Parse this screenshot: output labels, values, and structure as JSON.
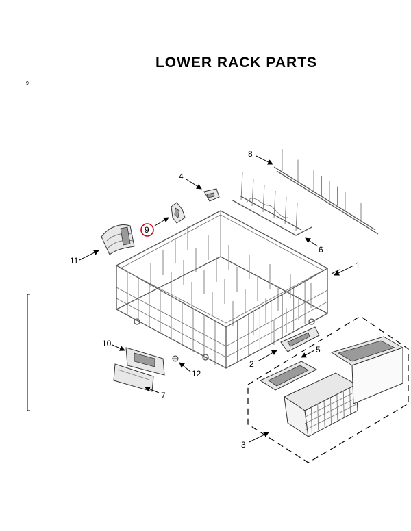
{
  "title": "LOWER RACK PARTS",
  "margin_mark": "9",
  "callouts": [
    {
      "id": "1",
      "label": "1"
    },
    {
      "id": "2",
      "label": "2"
    },
    {
      "id": "3",
      "label": "3"
    },
    {
      "id": "4",
      "label": "4"
    },
    {
      "id": "5",
      "label": "5"
    },
    {
      "id": "6",
      "label": "6"
    },
    {
      "id": "7",
      "label": "7"
    },
    {
      "id": "8",
      "label": "8"
    },
    {
      "id": "9",
      "label": "9",
      "highlighted": true
    },
    {
      "id": "10",
      "label": "10"
    },
    {
      "id": "11",
      "label": "11"
    },
    {
      "id": "12",
      "label": "12"
    }
  ],
  "colors": {
    "highlight": "#d0021b",
    "line": "#000000"
  }
}
